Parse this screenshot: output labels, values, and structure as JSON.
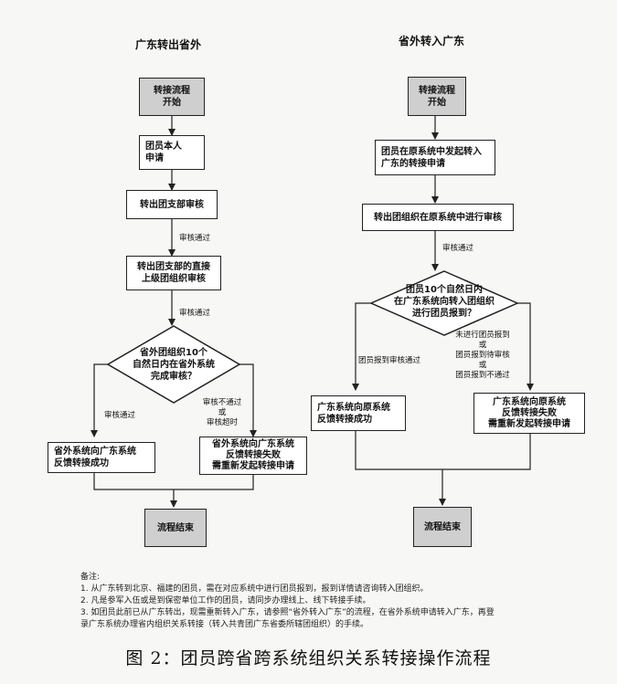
{
  "left": {
    "title": "广东转出省外",
    "start": [
      "转接流程",
      "开始"
    ],
    "step1": [
      "团员本人",
      "申请"
    ],
    "step2": "转出团支部审核",
    "label1": "审核通过",
    "step3": [
      "转出团支部的直接",
      "上级团组织审核"
    ],
    "label2": "审核通过",
    "decision": [
      "省外团组织10个",
      "自然日内在省外系统",
      "完成审核？"
    ],
    "label_pass": "审核通过",
    "label_fail": [
      "审核不通过",
      "或",
      "审核超时"
    ],
    "success": [
      "省外系统向广东系统",
      "反馈转接成功"
    ],
    "failure": [
      "省外系统向广东系统",
      "反馈转接失败",
      "需重新发起转接申请"
    ],
    "end": "流程结束"
  },
  "right": {
    "title": "省外转入广东",
    "start": [
      "转接流程",
      "开始"
    ],
    "step1": [
      "团员在原系统中发起转入",
      "广东的转接申请"
    ],
    "step2": "转出团组织在原系统中进行审核",
    "label1": "审核通过",
    "decision": [
      "团员10个自然日内",
      "在广东系统向转入团组织",
      "进行团员报到？"
    ],
    "label_pass": "团员报到审核通过",
    "label_fail": [
      "未进行团员报到",
      "或",
      "团员报到待审核",
      "或",
      "团员报到不通过"
    ],
    "success": [
      "广东系统向原系统",
      "反馈转接成功"
    ],
    "failure": [
      "广东系统向原系统",
      "反馈转接失败",
      "需重新发起转接申请"
    ],
    "end": "流程结束"
  },
  "notes": [
    "备注:",
    "1. 从广东转到北京、福建的团员，需在对应系统中进行团员报到，报到详情请咨询转入团组织。",
    "2. 凡是参军入伍或是到保密单位工作的团员，请同步办理线上、线下转接手续。",
    "3. 如团员此前已从广东转出，现需重新转入广东，请参照“省外转入广东”的流程，在省外系统申请转入广东，再登",
    "录广东系统办理省内组织关系转接（转入共青团广东省委所辖团组织）的手续。"
  ],
  "caption": "图 2：团员跨省跨系统组织关系转接操作流程"
}
